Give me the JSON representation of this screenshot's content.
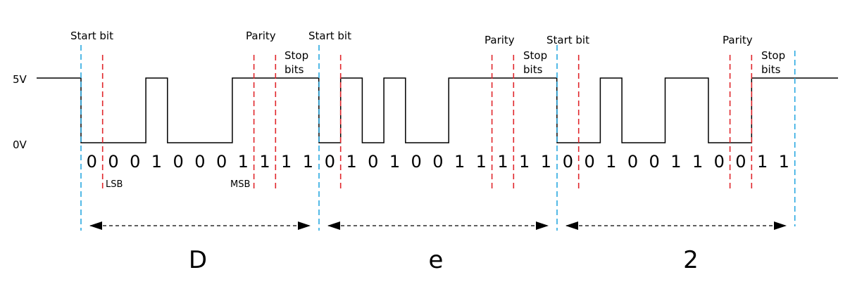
{
  "levels": {
    "high": "5V",
    "low": "0V"
  },
  "frames": [
    {
      "character": "D",
      "labels": {
        "start": "Start bit",
        "parity": "Parity",
        "stop_line1": "Stop",
        "stop_line2": "bits"
      },
      "bit_groups": [
        "0",
        "0",
        "0",
        "1",
        "0",
        "0",
        "0",
        "1",
        "1",
        "1",
        "1"
      ],
      "lsb": "LSB",
      "msb": "MSB",
      "levels": [
        0,
        0,
        0,
        1,
        0,
        0,
        0,
        1,
        1,
        1,
        1
      ]
    },
    {
      "character": "e",
      "labels": {
        "start": "Start bit",
        "parity": "Parity",
        "stop_line1": "Stop",
        "stop_line2": "bits"
      },
      "bit_groups": [
        "0",
        "1",
        "0",
        "1",
        "0",
        "0",
        "1",
        "1",
        "1",
        "1",
        "1"
      ],
      "levels": [
        0,
        1,
        0,
        1,
        0,
        0,
        1,
        1,
        1,
        1,
        1
      ]
    },
    {
      "character": "2",
      "labels": {
        "start": "Start bit",
        "parity": "Parity",
        "stop_line1": "Stop",
        "stop_line2": "bits"
      },
      "bit_groups": [
        "0",
        "0",
        "1",
        "0",
        "0",
        "1",
        "1",
        "0",
        "0",
        "1",
        "1"
      ],
      "levels": [
        0,
        0,
        1,
        0,
        0,
        1,
        1,
        0,
        0,
        1,
        1
      ]
    }
  ],
  "colors": {
    "frame_boundary": "#29a8e0",
    "bit_marker": "#e0262b",
    "signal": "#000000"
  }
}
